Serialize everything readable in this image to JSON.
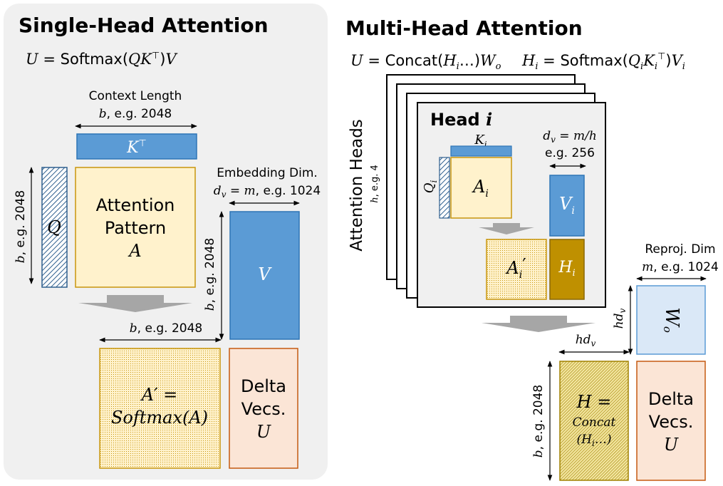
{
  "colors": {
    "panel_bg": "#f0f0f0",
    "blue": "#5b9bd5",
    "blue_dark": "#2e5f8e",
    "yellow_fill": "#fff2cc",
    "yellow_border": "#c8960c",
    "gold": "#bf9000",
    "salmon_fill": "#fbe5d6",
    "salmon_border": "#c55a11",
    "light_blue": "#dae8f7",
    "arrow_gray": "#a6a6a6"
  },
  "single": {
    "title": "Single-Head Attention",
    "formula_lhs": "U",
    "formula_eq": " = Softmax(",
    "formula_q": "QK",
    "formula_t": "⊤",
    "formula_close": ")",
    "formula_v": "V",
    "context_label": "Context Length",
    "context_b": "b",
    "context_eg": ", e.g. 2048",
    "kt_label": "K",
    "kt_sup": "⊤",
    "q_label": "Q",
    "q_dim_b": "b",
    "q_dim_eg": ", e.g. 2048",
    "attn_line1": "Attention",
    "attn_line2": "Pattern",
    "attn_line3": "A",
    "embed_label": "Embedding Dim.",
    "embed_dv": "d",
    "embed_dv_sub": "v",
    "embed_eq": " = ",
    "embed_m": "m",
    "embed_eg": ", e.g. 1024",
    "v_label": "V",
    "v_dim_b": "b",
    "v_dim_eg": ", e.g. 2048",
    "aprime_dim_b": "b",
    "aprime_dim_eg": ", e.g. 2048",
    "aprime_line1": "A′ =",
    "aprime_line2": "Softmax(A)",
    "delta_line1": "Delta",
    "delta_line2": "Vecs.",
    "delta_line3": "U"
  },
  "multi": {
    "title": "Multi-Head Attention",
    "f1_u": "U",
    "f1_eq": " = Concat(",
    "f1_h": "H",
    "f1_hi": "i",
    "f1_dots": "…)",
    "f1_w": "W",
    "f1_wo": "o",
    "f2_h": "H",
    "f2_hi": "i",
    "f2_eq": " = Softmax(",
    "f2_q": "Q",
    "f2_qi": "i",
    "f2_k": "K",
    "f2_ki": "i",
    "f2_t": "⊤",
    "f2_close": ")",
    "f2_v": "V",
    "f2_vi": "i",
    "heads_label": "Attention Heads",
    "heads_h": "h",
    "heads_eg": ", e.g. 4",
    "head_title": "Head ",
    "head_i": "i",
    "ki": "K",
    "ki_sub": "i",
    "qi": "Q",
    "qi_sub": "i",
    "ai": "A",
    "ai_sub": "i",
    "dv_d": "d",
    "dv_sub": "v",
    "dv_eq": " = ",
    "dv_m": "m/h",
    "dv_eg": "e.g. 256",
    "vi": "V",
    "vi_sub": "i",
    "aip": "A",
    "aip_sub": "i",
    "aip_prime": "′",
    "hi": "H",
    "hi_sub": "i",
    "reproj_label": "Reproj. Dim",
    "reproj_m": "m",
    "reproj_eg": ", e.g. 1024",
    "wo": "W",
    "wo_sub": "o",
    "hdv_side_h": "hd",
    "hdv_side_sub": "v",
    "hdv_top_h": "hd",
    "hdv_top_sub": "v",
    "h_dim_b": "b",
    "h_dim_eg": ", e.g. 2048",
    "h_line1": "H =",
    "h_line2": "Concat",
    "h_line3a": "(H",
    "h_line3b": "i",
    "h_line3c": "…)",
    "delta_line1": "Delta",
    "delta_line2": "Vecs.",
    "delta_line3": "U"
  }
}
